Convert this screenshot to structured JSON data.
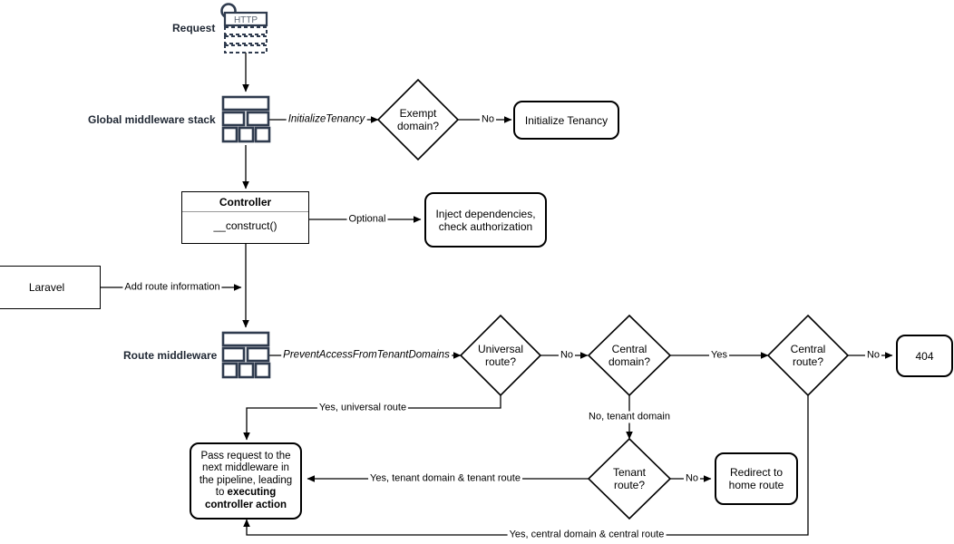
{
  "diagram": {
    "title": "Laravel multi-tenancy request lifecycle flowchart",
    "stroke_color": "#000000",
    "icon_color": "#2f3b4e",
    "label_color": "#1f2733",
    "background": "#ffffff"
  },
  "labels": {
    "request": "Request",
    "global_middleware_stack": "Global middleware stack",
    "route_middleware": "Route middleware"
  },
  "icons": {
    "http": {
      "name": "http-request-icon",
      "text": "HTTP"
    },
    "middleware_stack": {
      "name": "middleware-stack-icon"
    }
  },
  "nodes": {
    "exempt_domain": {
      "text_line1": "Exempt",
      "text_line2": "domain?",
      "shape": "diamond"
    },
    "initialize_tenancy": {
      "text": "Initialize Tenancy",
      "shape": "rounded-rect"
    },
    "controller": {
      "title": "Controller",
      "method": "__construct()",
      "shape": "uml-class"
    },
    "inject_dependencies": {
      "line1": "Inject dependencies,",
      "line2": "check authorization",
      "shape": "rounded-rect"
    },
    "laravel": {
      "text": "Laravel",
      "shape": "rect"
    },
    "universal_route": {
      "text_line1": "Universal",
      "text_line2": "route?",
      "shape": "diamond"
    },
    "central_domain": {
      "text_line1": "Central",
      "text_line2": "domain?",
      "shape": "diamond"
    },
    "central_route": {
      "text_line1": "Central",
      "text_line2": "route?",
      "shape": "diamond"
    },
    "not_found": {
      "text": "404",
      "shape": "rounded-rect"
    },
    "tenant_route": {
      "text_line1": "Tenant",
      "text_line2": "route?",
      "shape": "diamond"
    },
    "redirect_home": {
      "line1": "Redirect to",
      "line2": "home route",
      "shape": "rounded-rect"
    },
    "pass_request": {
      "line1": "Pass request to the",
      "line2": "next middleware in",
      "line3": "the pipeline, leading",
      "line4_plain": "to ",
      "line4_bold": "executing",
      "line5_bold": "controller action",
      "shape": "rounded-rect"
    }
  },
  "edges": {
    "initialize_tenancy_label": "InitializeTenancy",
    "exempt_no": "No",
    "optional": "Optional",
    "add_route_information": "Add route information",
    "prevent_access": "PreventAccessFromTenantDomains",
    "universal_no": "No",
    "universal_yes": "Yes, universal route",
    "central_domain_yes": "Yes",
    "central_domain_no": "No, tenant domain",
    "central_route_no": "No",
    "tenant_route_no": "No",
    "tenant_yes": "Yes, tenant domain & tenant route",
    "central_yes": "Yes, central domain & central route"
  }
}
